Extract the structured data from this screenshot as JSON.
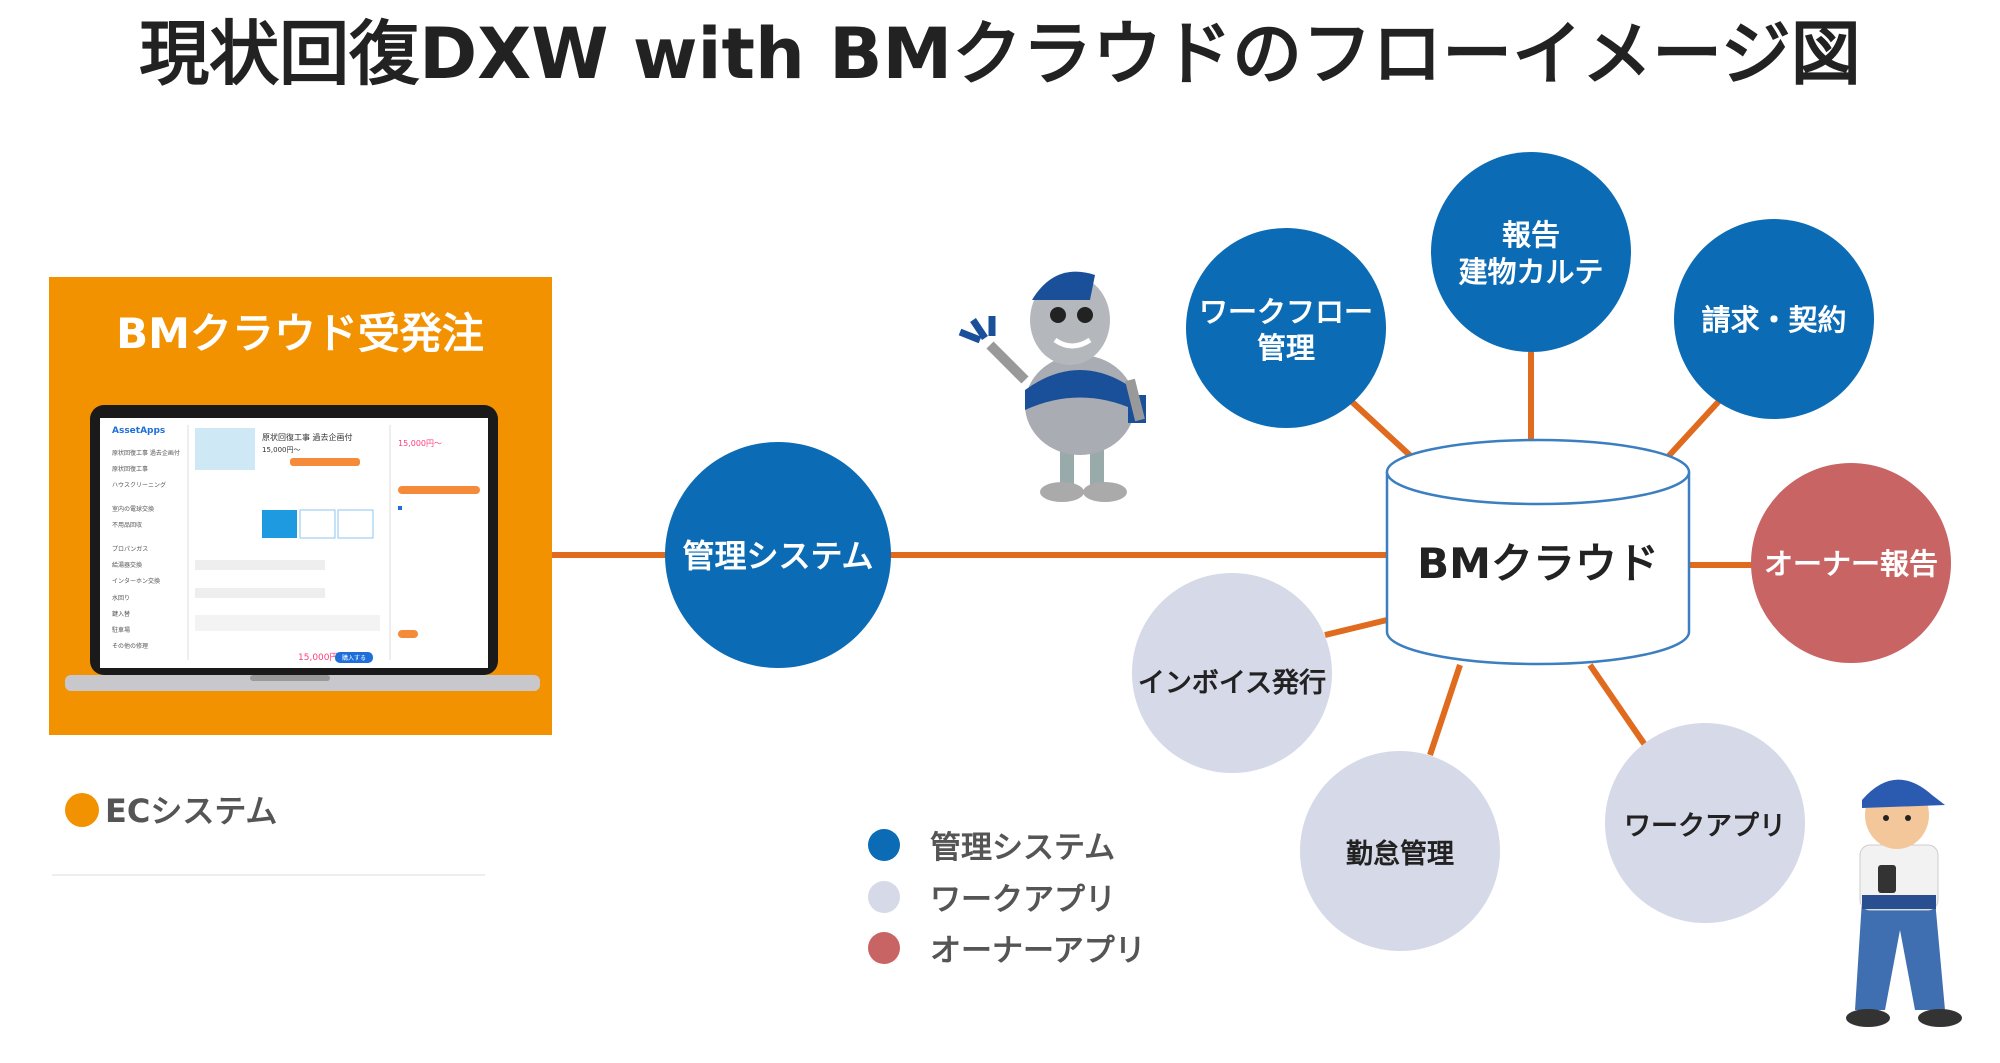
{
  "title": "現状回復DXW with BMクラウドのフローイメージ図",
  "ec_panel": {
    "heading": "BMクラウド受発注",
    "legend_label": "ECシステム",
    "screen": {
      "brand": "AssetApps",
      "product_title": "原状回復工事 過去企画付",
      "price": "15,000円〜",
      "sidebar_items": [
        "原状回復工事 過去企画付",
        "原状回復工事",
        "ハウスクリーニング",
        "室内の電球交換",
        "不用品回収",
        "プロパンガス",
        "給湯器交換",
        "インターホン交換",
        "水回り",
        "鍵入替",
        "駐車場",
        "その他の修理"
      ],
      "cta": "購入する"
    }
  },
  "nodes": {
    "kanri": "管理システム",
    "center": "BMクラウド",
    "workflow": [
      "ワークフロー",
      "管理"
    ],
    "houkoku": [
      "報告",
      "建物カルテ"
    ],
    "seikyu": "請求・契約",
    "owner": "オーナー報告",
    "invoice": "インボイス発行",
    "kintai": "勤怠管理",
    "workapp": "ワークアプリ"
  },
  "legend": [
    {
      "label": "管理システム",
      "color": "#0b6bb5"
    },
    {
      "label": "ワークアプリ",
      "color": "#d5d9e8"
    },
    {
      "label": "オーナーアプリ",
      "color": "#c96464"
    }
  ],
  "colors": {
    "blue": "#0b6bb5",
    "light": "#d5d9e8",
    "red": "#c96464",
    "orange": "#f39200",
    "line": "#e06a1e"
  },
  "icons": [
    "robot-mascot-icon",
    "worker-mascot-icon",
    "laptop-icon",
    "database-cylinder-icon"
  ]
}
